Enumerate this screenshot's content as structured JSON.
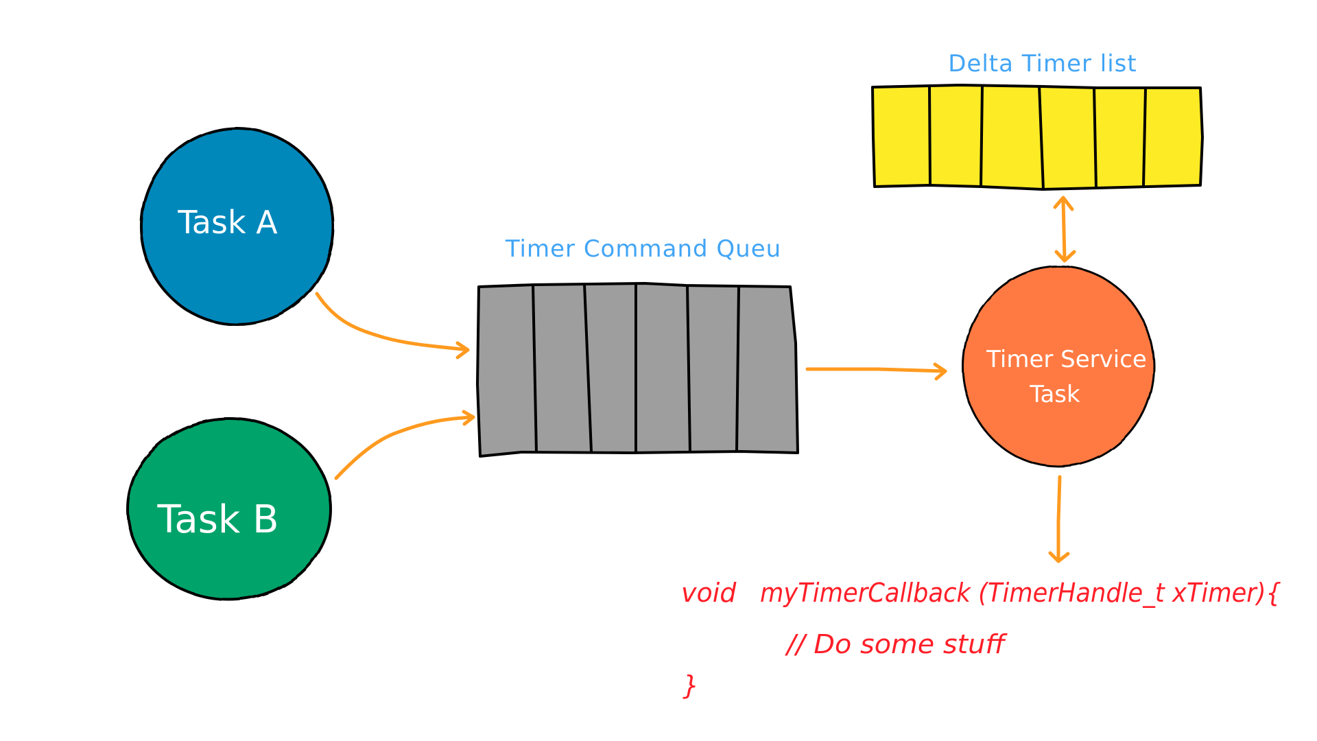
{
  "diagram": {
    "title": "FreeRTOS software timer architecture",
    "nodes": {
      "task_a": {
        "label": "Task A",
        "color": "#0288BB"
      },
      "task_b": {
        "label": "Task B",
        "color": "#00A36A"
      },
      "timer_service_task": {
        "label_line1": "Timer Service",
        "label_line2": "Task",
        "color": "#FF7A42"
      }
    },
    "queues": {
      "timer_command_queue": {
        "label": "Timer Command Queu",
        "slots": 6,
        "color": "#9E9E9E"
      },
      "delta_timer_list": {
        "label": "Delta Timer list",
        "slots": 6,
        "color": "#FDEB25"
      }
    },
    "edges": [
      {
        "from": "Task A",
        "to": "Timer Command Queu",
        "type": "arrow"
      },
      {
        "from": "Task B",
        "to": "Timer Command Queu",
        "type": "arrow"
      },
      {
        "from": "Timer Command Queu",
        "to": "Timer Service Task",
        "type": "arrow"
      },
      {
        "from": "Timer Service Task",
        "to": "Delta Timer list",
        "type": "bidirectional"
      },
      {
        "from": "Timer Service Task",
        "to": "myTimerCallback",
        "type": "arrow"
      }
    ],
    "code": {
      "line1_kw": "void",
      "line1_rest": "myTimerCallback (TimerHandle_t xTimer){",
      "line2": "// Do some stuff",
      "line3": "}"
    },
    "colors": {
      "label_text": "#42A5F5",
      "arrow": "#FF9A1F",
      "code_text": "#FF1E28",
      "outline": "#000000"
    }
  }
}
